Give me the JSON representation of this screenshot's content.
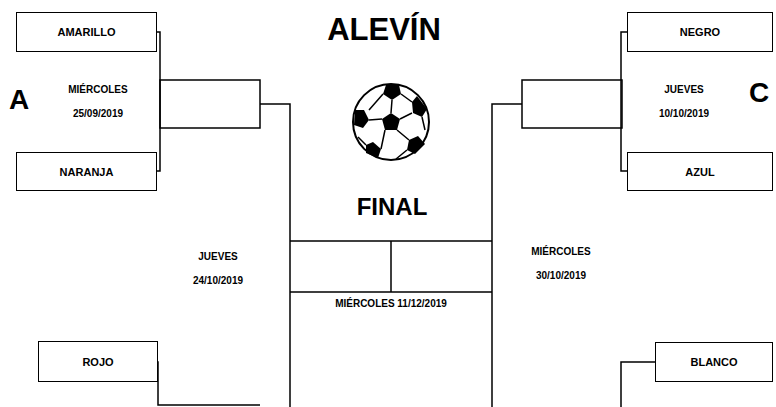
{
  "diagram": {
    "title": "ALEVÍN",
    "nodes": [
      {
        "text": [
          "AMARILLO"
        ]
      },
      {
        "text": [
          "NEGRO"
        ]
      },
      {
        "text": [
          "NARANJA"
        ]
      },
      {
        "text": [
          "AZUL"
        ]
      },
      {
        "text": [
          "ROJO"
        ]
      },
      {
        "text": [
          "BLANCO"
        ]
      }
    ],
    "labels": [
      "A",
      "MIÉRCOLES 25/09/2019",
      "JUEVES 10/10/2019",
      "C",
      "FINAL",
      "JUEVES 24/10/2019",
      "MIÉRCOLES 30/10/2019",
      "MIÉRCOLES 11/12/2019"
    ]
  }
}
